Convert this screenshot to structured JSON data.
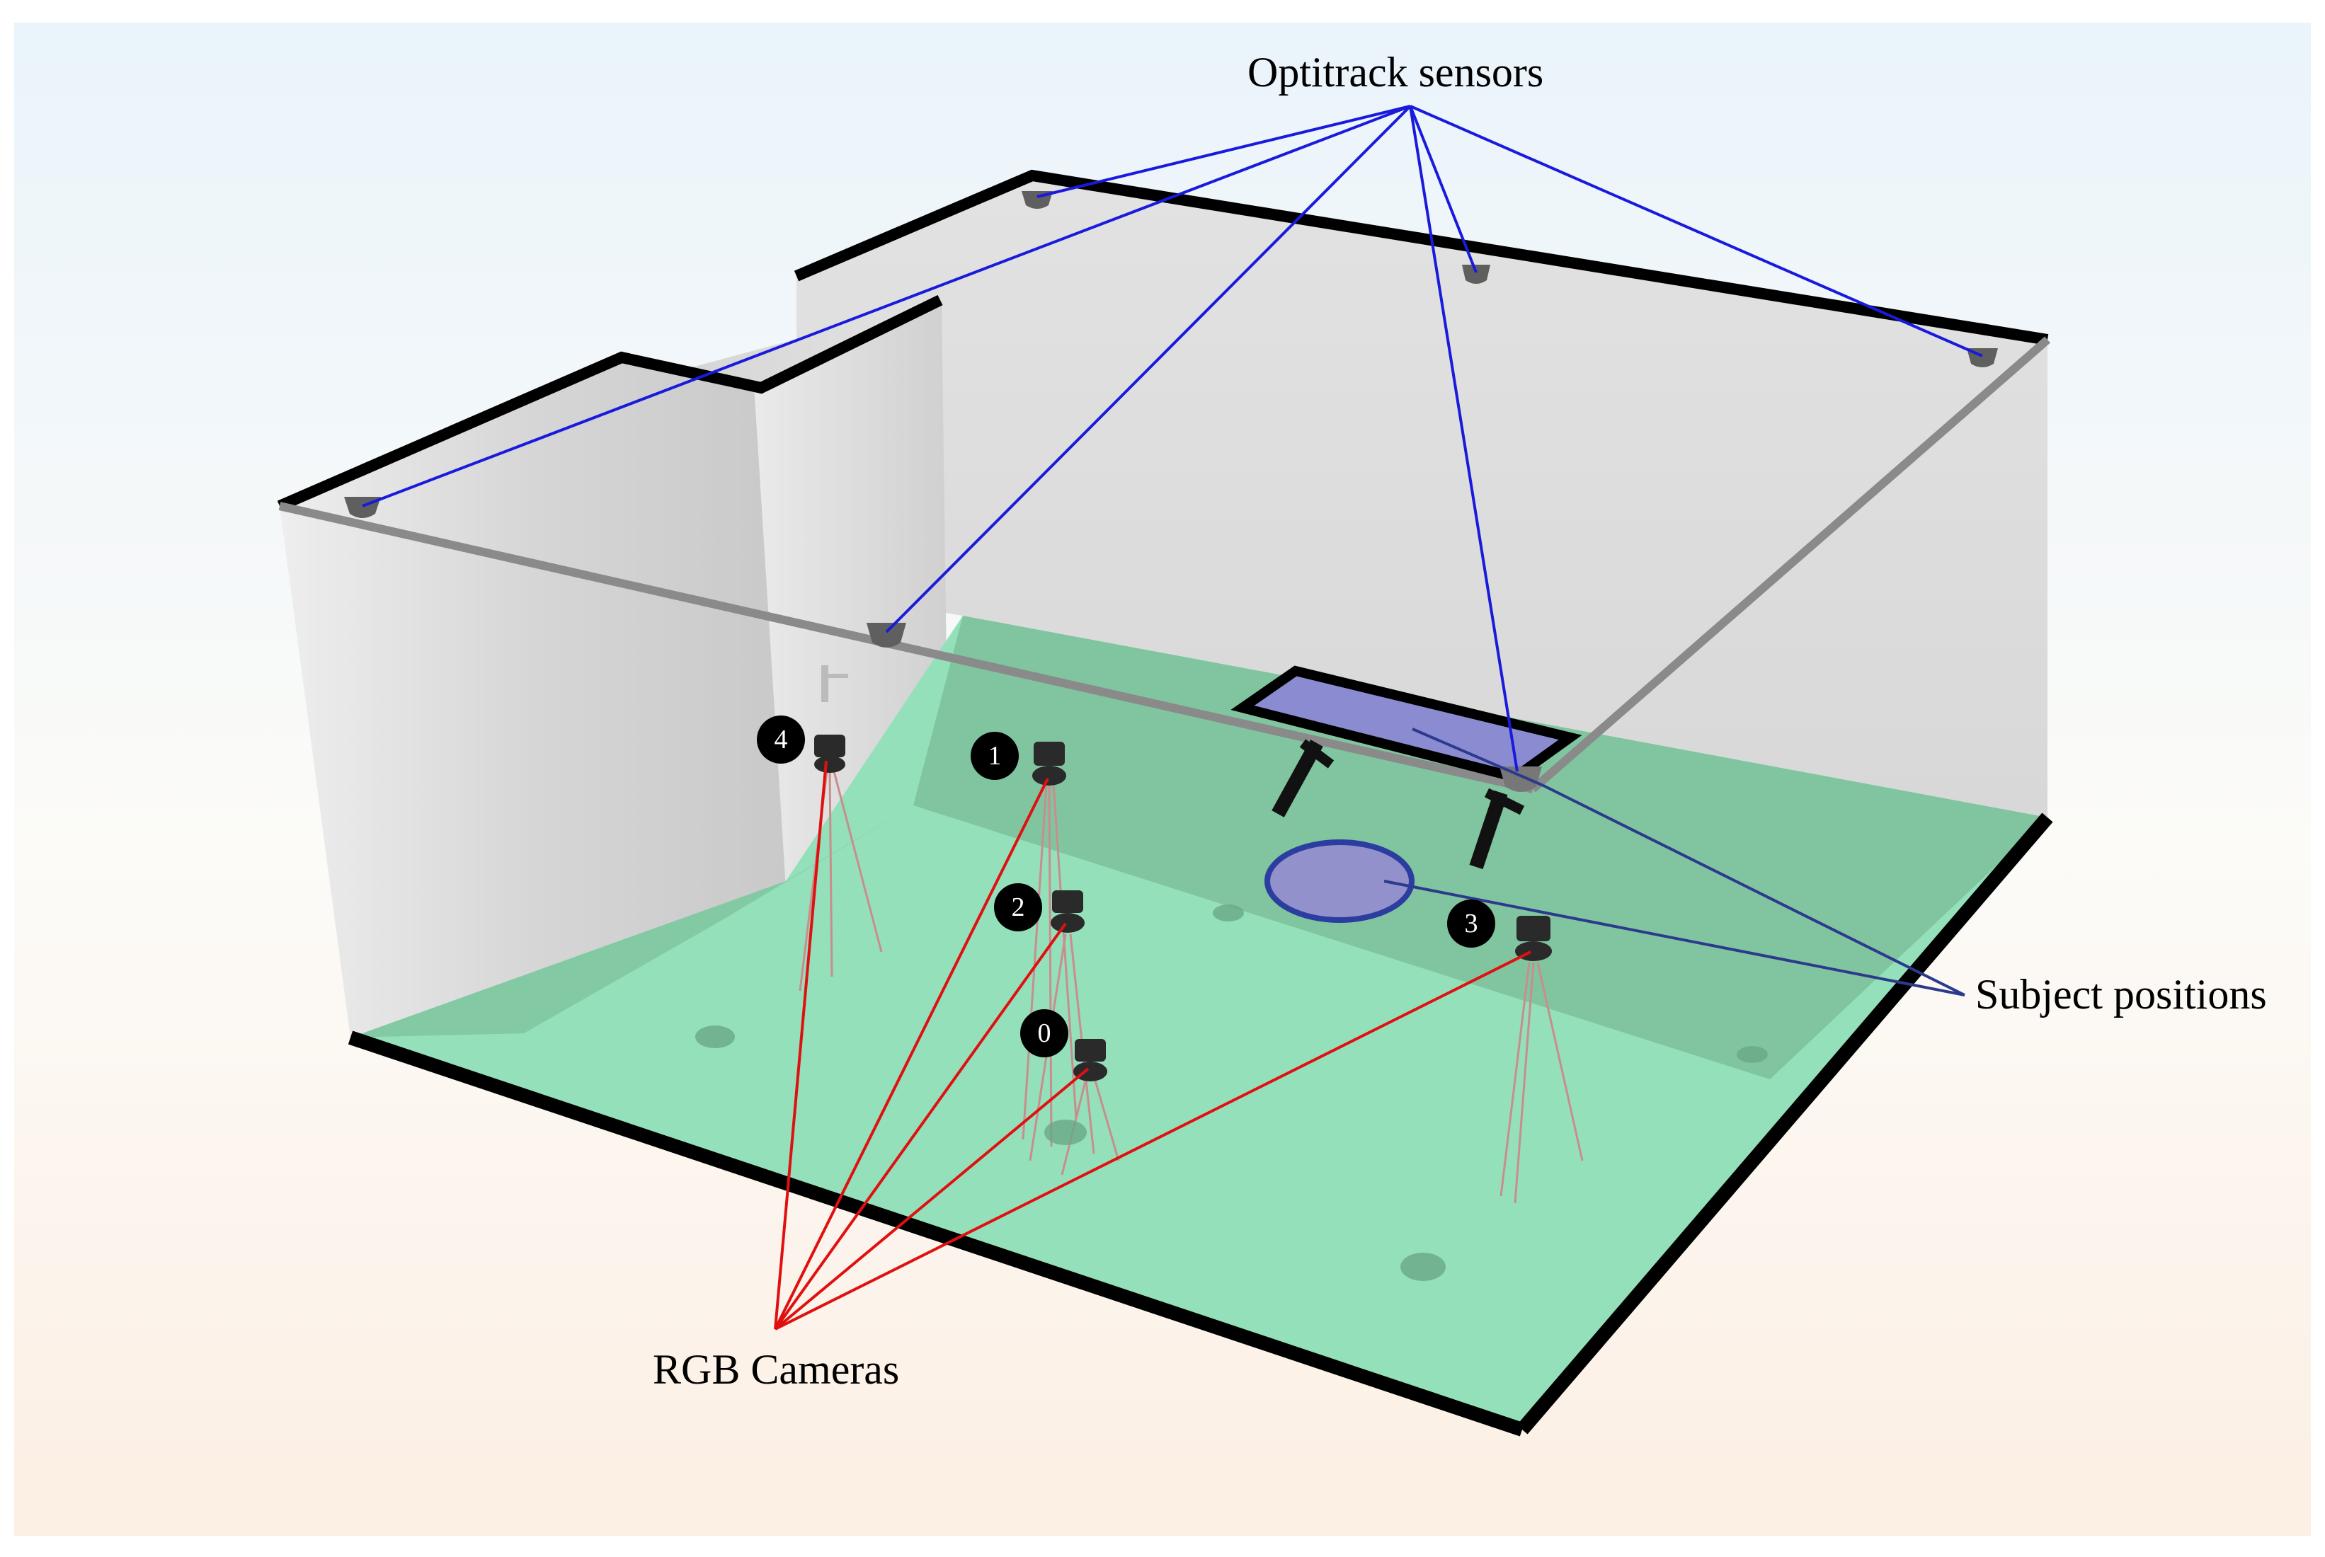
{
  "labels": {
    "optitrack": "Optitrack sensors",
    "rgb": "RGB Cameras",
    "subject": "Subject positions"
  },
  "cameras": [
    "0",
    "1",
    "2",
    "3",
    "4"
  ],
  "colors": {
    "optitrack_lines": "#1a1adc",
    "rgb_lines": "#e01010",
    "subject_lines": "#2d3a8c",
    "floor": "#93e0bb",
    "floor_shadow": "#7cbf9a",
    "wall": "#dcdcdc",
    "subject_fill": "#9391cc",
    "subject_stroke": "#2c3da0"
  },
  "icons": [
    "optitrack-sensor-icon",
    "rgb-camera-icon",
    "table-icon",
    "door-handle-icon"
  ]
}
